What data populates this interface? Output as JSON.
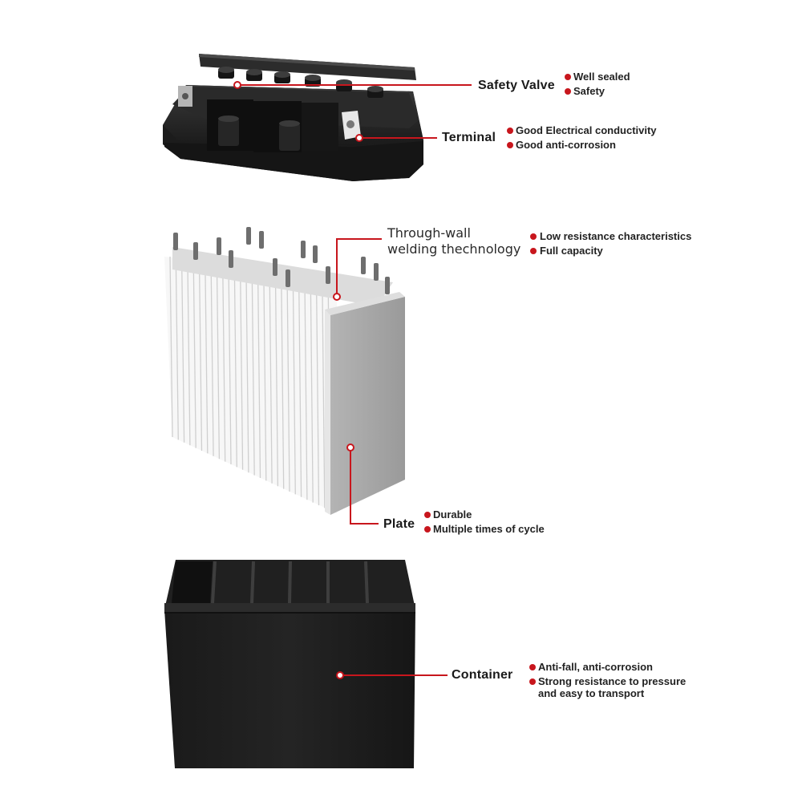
{
  "callouts": {
    "safety_valve": {
      "label": "Safety Valve",
      "features": [
        "Well sealed",
        "Safety"
      ]
    },
    "terminal": {
      "label": "Terminal",
      "features": [
        "Good Electrical conductivity",
        "Good anti-corrosion"
      ]
    },
    "welding": {
      "label_line1": "Through-wall",
      "label_line2": "welding thechnology",
      "features": [
        "Low resistance characteristics",
        "Full capacity"
      ]
    },
    "plate": {
      "label": "Plate",
      "features": [
        "Durable",
        "Multiple times of cycle"
      ]
    },
    "container": {
      "label": "Container",
      "features": [
        "Anti-fall, anti-corrosion",
        "Strong resistance to pressure",
        "and easy to transport"
      ]
    }
  },
  "colors": {
    "accent": "#c8161d",
    "battery_body": "#1e1e1e",
    "plate_gray": "#a9a9a9"
  }
}
